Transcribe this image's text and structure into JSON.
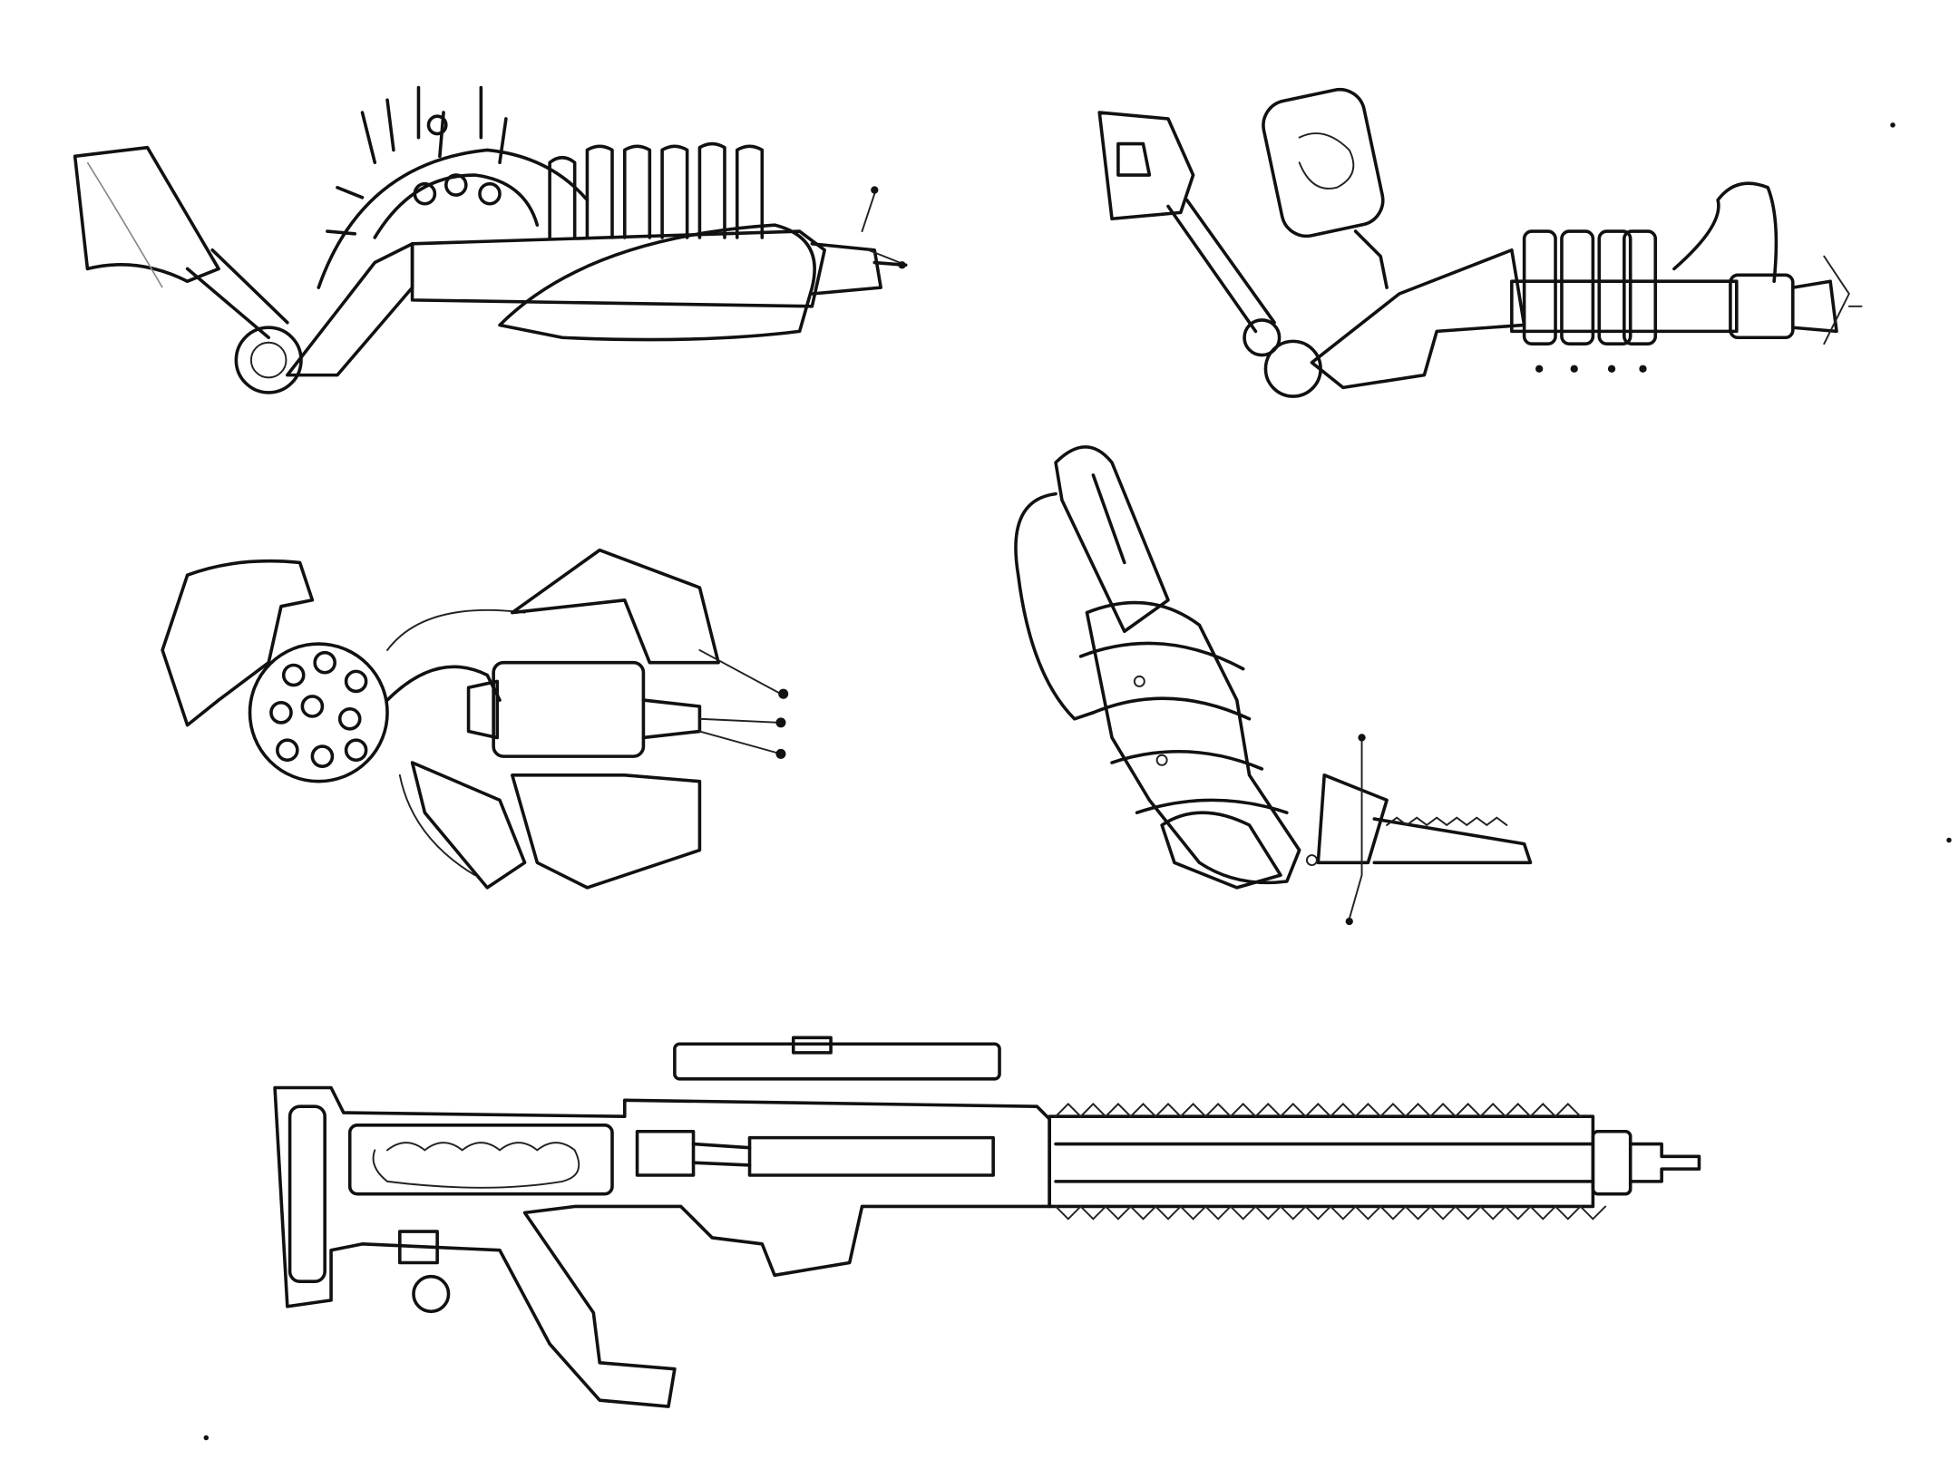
{
  "colors": {
    "background": "#ffffff",
    "ink": "#111111"
  },
  "sketches": [
    {
      "label": "spiked-drum-arm-weapon"
    },
    {
      "label": "tube-arm-coil-weapon"
    },
    {
      "label": "revolver-cylinder-armored-weapon"
    },
    {
      "label": "segmented-arm-saw-weapon"
    },
    {
      "label": "serrated-barrel-rifle"
    }
  ]
}
